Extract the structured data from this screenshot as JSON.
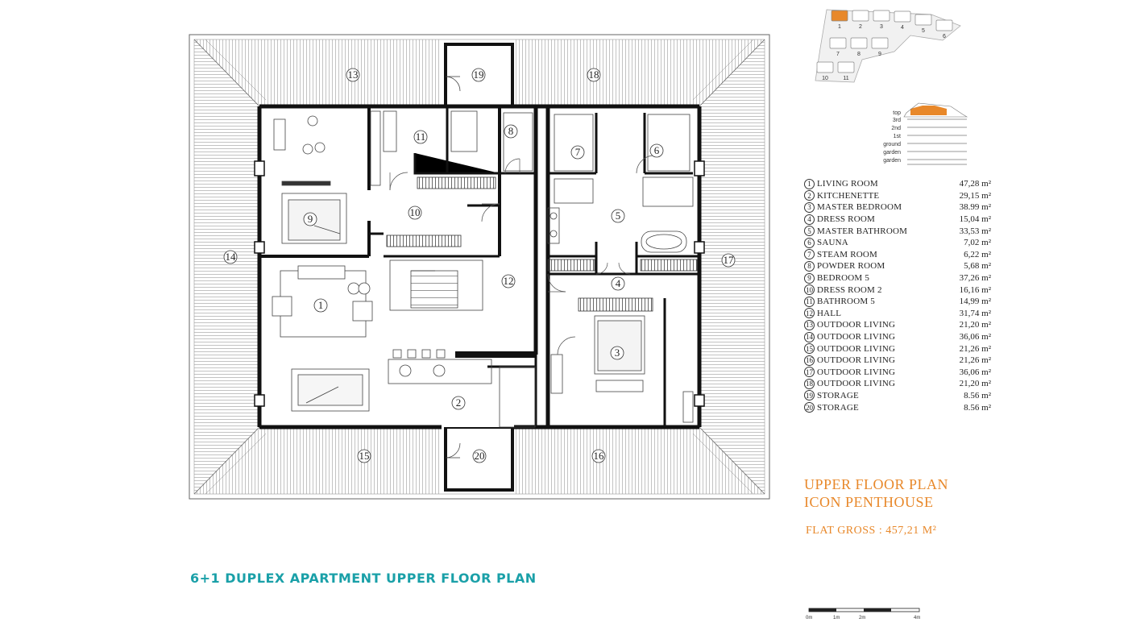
{
  "main_title": "6+1 DUPLEX APARTMENT UPPER FLOOR PLAN",
  "plan_title_line1": "UPPER FLOOR PLAN",
  "plan_title_line2": "ICON PENTHOUSE",
  "flat_gross": "FLAT GROSS : 457,21 M²",
  "site_units": [
    "1",
    "2",
    "3",
    "4",
    "5",
    "6",
    "7",
    "8",
    "9",
    "10",
    "11"
  ],
  "floor_levels": [
    "top",
    "3rd",
    "2nd",
    "1st",
    "ground",
    "garden",
    "garden"
  ],
  "scale_labels": [
    "0m",
    "1m",
    "2m",
    "4m"
  ],
  "rooms": [
    {
      "num": "1",
      "name": "LIVING ROOM",
      "area": "47,28 m²"
    },
    {
      "num": "2",
      "name": "KITCHENETTE",
      "area": "29,15 m²"
    },
    {
      "num": "3",
      "name": "MASTER BEDROOM",
      "area": "38.99 m²"
    },
    {
      "num": "4",
      "name": "DRESS ROOM",
      "area": "15,04 m²"
    },
    {
      "num": "5",
      "name": "MASTER BATHROOM",
      "area": "33,53 m²"
    },
    {
      "num": "6",
      "name": "SAUNA",
      "area": "7,02 m²"
    },
    {
      "num": "7",
      "name": "STEAM ROOM",
      "area": "6,22 m²"
    },
    {
      "num": "8",
      "name": "POWDER ROOM",
      "area": "5,68 m²"
    },
    {
      "num": "9",
      "name": "BEDROOM 5",
      "area": "37,26 m²"
    },
    {
      "num": "10",
      "name": "DRESS ROOM 2",
      "area": "16,16 m²"
    },
    {
      "num": "11",
      "name": "BATHROOM 5",
      "area": "14,99 m²"
    },
    {
      "num": "12",
      "name": "HALL",
      "area": "31,74 m²"
    },
    {
      "num": "13",
      "name": "OUTDOOR LIVING",
      "area": "21,20 m²"
    },
    {
      "num": "14",
      "name": "OUTDOOR LIVING",
      "area": "36,06 m²"
    },
    {
      "num": "15",
      "name": "OUTDOOR LIVING",
      "area": "21,26 m²"
    },
    {
      "num": "16",
      "name": "OUTDOOR LIVING",
      "area": "21,26 m²"
    },
    {
      "num": "17",
      "name": "OUTDOOR LIVING",
      "area": "36,06 m²"
    },
    {
      "num": "18",
      "name": "OUTDOOR LIVING",
      "area": "21,20 m²"
    },
    {
      "num": "19",
      "name": "STORAGE",
      "area": "8.56 m²"
    },
    {
      "num": "20",
      "name": "STORAGE",
      "area": "8.56 m²"
    }
  ],
  "colors": {
    "accent_orange": "#e8882a",
    "title_teal": "#1aa0a8",
    "wall": "#111111"
  }
}
